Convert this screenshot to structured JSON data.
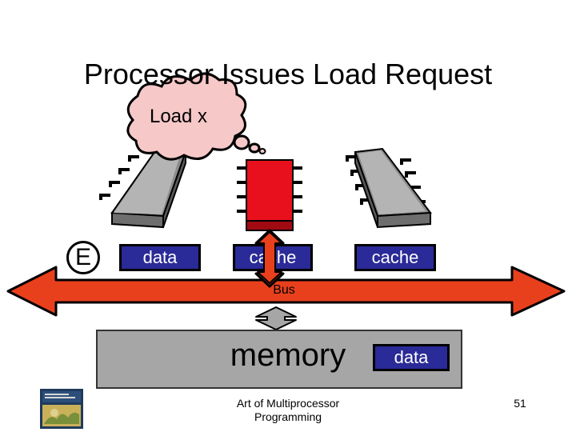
{
  "title": "Processor Issues Load Request",
  "thought_bubble": {
    "label": "Load x"
  },
  "state_marker": {
    "label": "E"
  },
  "caches": [
    {
      "label": "data"
    },
    {
      "label": "cache"
    },
    {
      "label": "cache"
    }
  ],
  "bus": {
    "label": "Bus"
  },
  "memory": {
    "label": "memory",
    "entry_label": "data"
  },
  "footer": {
    "line1": "Art of Multiprocessor",
    "line2": "Programming"
  },
  "page_number": "51",
  "colors": {
    "cache_box": "#2a2a98",
    "bus_arrow": "#e8401c",
    "active_processor": "#e8101c",
    "processor": "#b4b4b4",
    "memory": "#a6a6a6",
    "thought_bubble": "#f6c8c8"
  }
}
